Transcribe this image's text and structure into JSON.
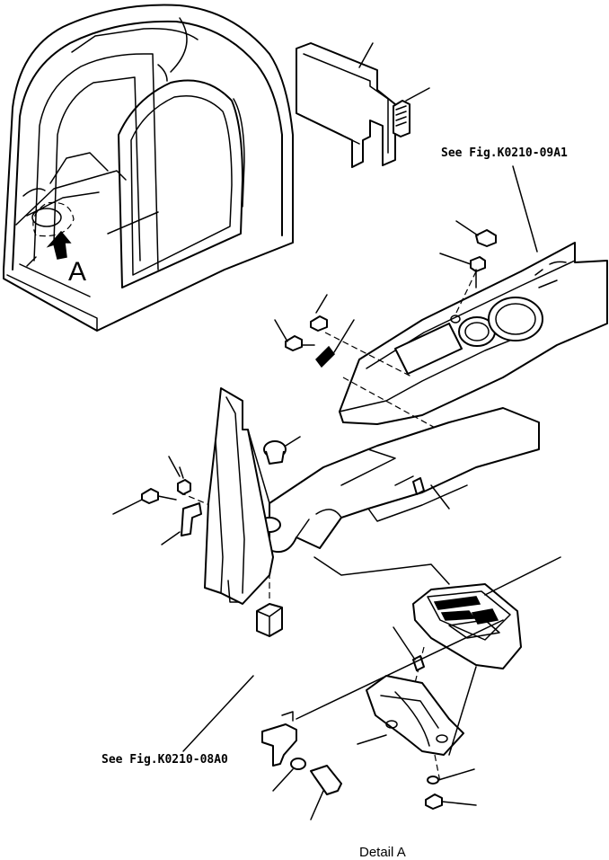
{
  "labels": {
    "view_marker": "A",
    "see_fig_upper": "See Fig.K0210-09A1",
    "see_fig_lower": "See Fig.K0210-08A0",
    "detail_caption": "Detail A"
  }
}
